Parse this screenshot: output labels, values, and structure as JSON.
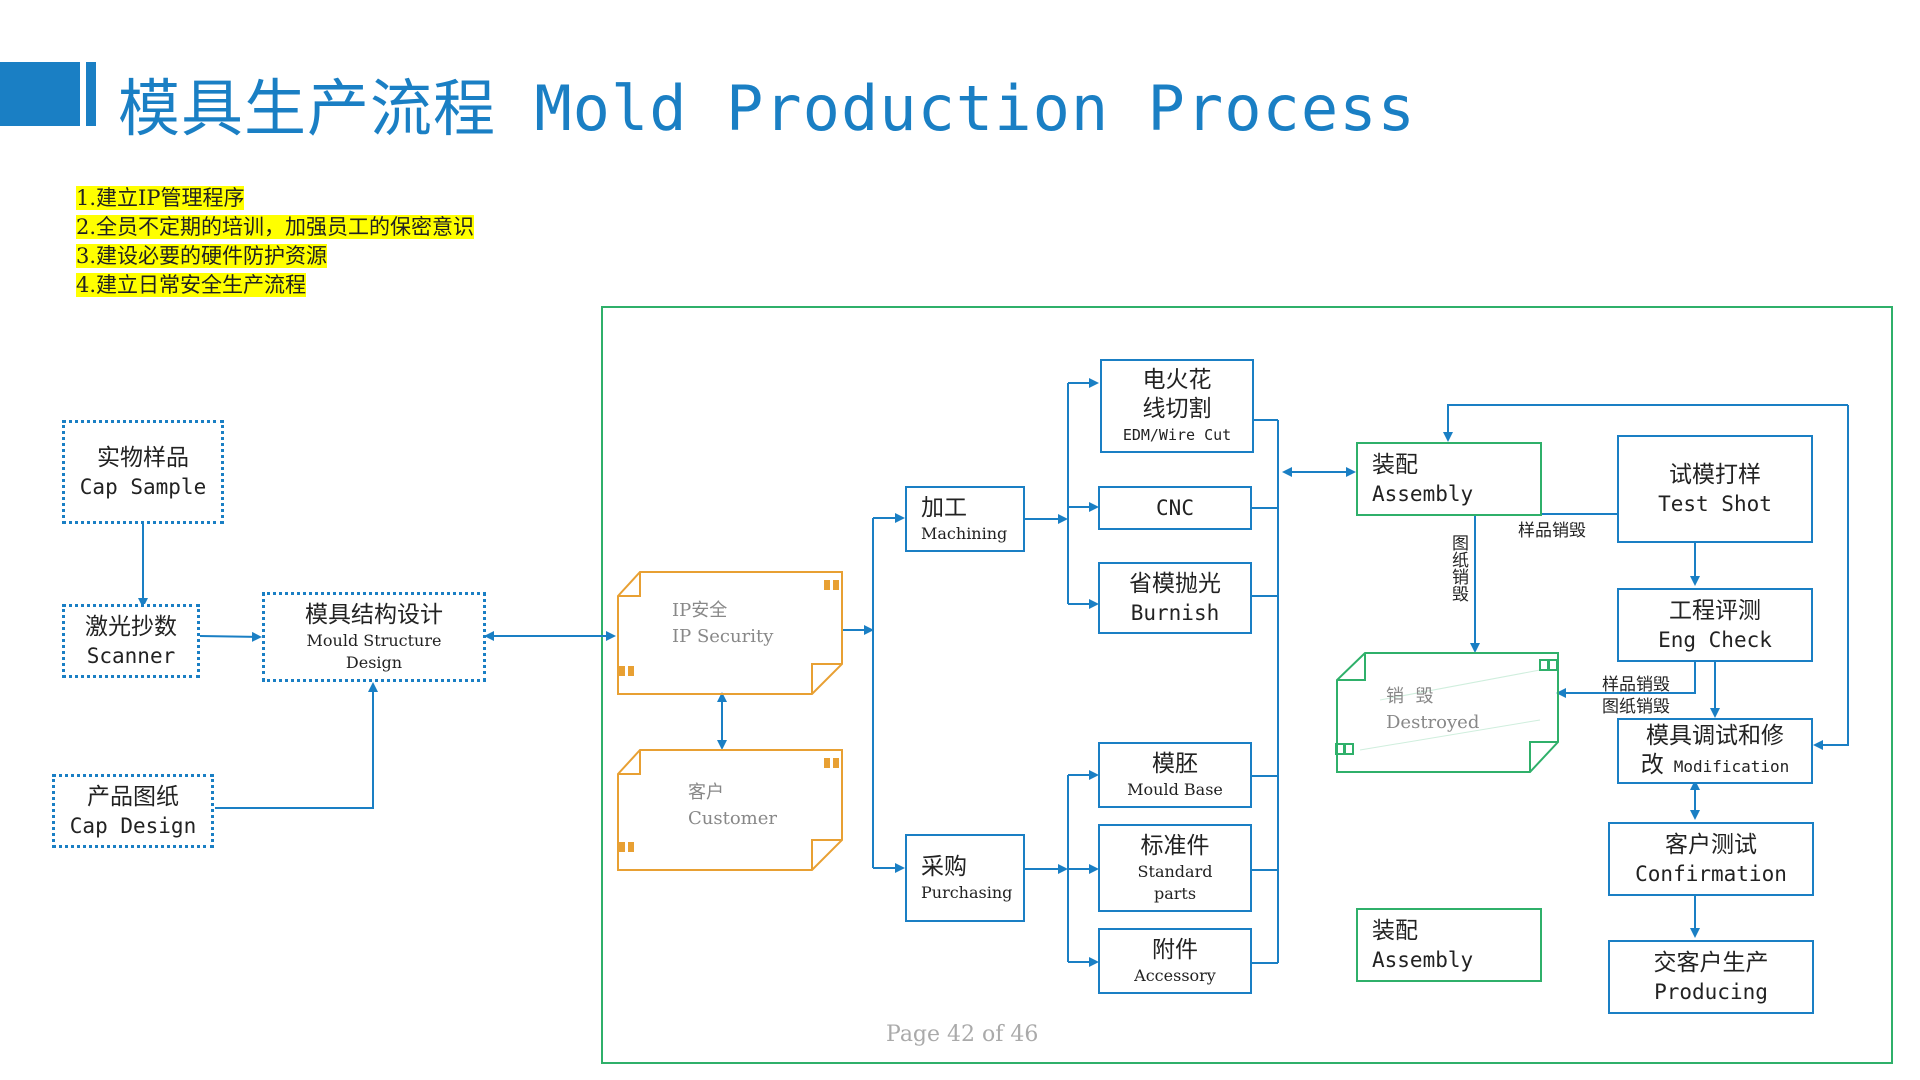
{
  "title": "模具生产流程 Mold Production Process",
  "notes": [
    "1.建立IP管理程序",
    "2.全员不定期的培训，加强员工的保密意识",
    "3.建设必要的硬件防护资源",
    "4.建立日常安全生产流程"
  ],
  "nodes": {
    "cap_sample": {
      "cn": "实物样品",
      "en": "Cap Sample"
    },
    "scanner": {
      "cn": "激光抄数",
      "en": "Scanner"
    },
    "cap_design": {
      "cn": "产品图纸",
      "en": "Cap Design"
    },
    "mould_design": {
      "cn": "模具结构设计",
      "en1": "Mould Structure",
      "en2": "Design"
    },
    "ip_security": {
      "cn": "IP安全",
      "en": "IP Security"
    },
    "customer": {
      "cn": "客户",
      "en": "Customer"
    },
    "machining": {
      "cn": "加工",
      "en": "Machining"
    },
    "purchasing": {
      "cn": "采购",
      "en": "Purchasing"
    },
    "edm": {
      "cn1": "电火花",
      "cn2": "线切割",
      "en": "EDM/Wire Cut"
    },
    "cnc": {
      "en": "CNC"
    },
    "burnish": {
      "cn": "省模抛光",
      "en": "Burnish"
    },
    "mould_base": {
      "cn": "模胚",
      "en": "Mould Base"
    },
    "standard_parts": {
      "cn": "标准件",
      "en1": "Standard",
      "en2": "parts"
    },
    "accessory": {
      "cn": "附件",
      "en": "Accessory"
    },
    "assembly_top": {
      "cn": "装配",
      "en": "Assembly"
    },
    "test_shot": {
      "cn": "试模打样",
      "en": "Test Shot"
    },
    "eng_check": {
      "cn": "工程评测",
      "en": "Eng Check"
    },
    "modification": {
      "cn1": "模具调试和修",
      "cn2": "改",
      "en": "Modification"
    },
    "destroyed": {
      "cn": "销  毁",
      "en": "Destroyed"
    },
    "confirmation": {
      "cn": "客户测试",
      "en": "Confirmation"
    },
    "producing": {
      "cn": "交客户生产",
      "en": "Producing"
    },
    "assembly_bottom": {
      "cn": "装配",
      "en": "Assembly"
    }
  },
  "edge_labels": {
    "sample_destroy": "样品销毁",
    "drawing_destroy_vertical": "图纸销毁",
    "sample_destroy2": "样品销毁",
    "drawing_destroy2": "图纸销毁"
  },
  "footer": "Page 42 of 46",
  "colors": {
    "blue": "#1a7fc4",
    "green": "#2fb06a",
    "orange": "#e8a033",
    "highlight": "#ffff00"
  }
}
